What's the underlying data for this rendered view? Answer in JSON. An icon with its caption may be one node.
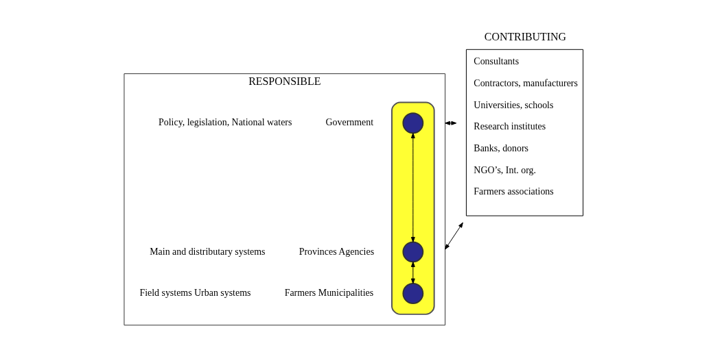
{
  "diagram": {
    "nodes": [
      {
        "text": [
          "RESPONSIBLE"
        ]
      },
      {
        "text": [],
        "shape": "ellipse",
        "in": 0
      },
      {
        "text": [],
        "shape": "circle",
        "in": 1,
        "beside": [
          "Government",
          "Policy, legislation, National waters"
        ]
      },
      {
        "text": [],
        "shape": "circle",
        "in": 1,
        "beside": [
          "Provinces Agencies",
          "Main and distributary systems"
        ]
      },
      {
        "text": [],
        "shape": "circle",
        "in": 1,
        "beside": [
          "Farmers Municipalities",
          "Field systems Urban systems"
        ]
      },
      {
        "text": [
          "CONTRIBUTING",
          "Consultants",
          "Contractors, manufacturers",
          "Universities, schools",
          "Research institutes",
          "Banks, donors",
          "NGO’s, Int. org.",
          "Farmers associations"
        ]
      }
    ],
    "edges": [
      {
        "from": 2,
        "to": 3,
        "arrow": "both"
      },
      {
        "from": 3,
        "to": 4,
        "arrow": "both"
      },
      {
        "from": 0,
        "to": 5,
        "arrow": "both"
      },
      {
        "from": 0,
        "to": 5,
        "arrow": "both"
      }
    ]
  }
}
